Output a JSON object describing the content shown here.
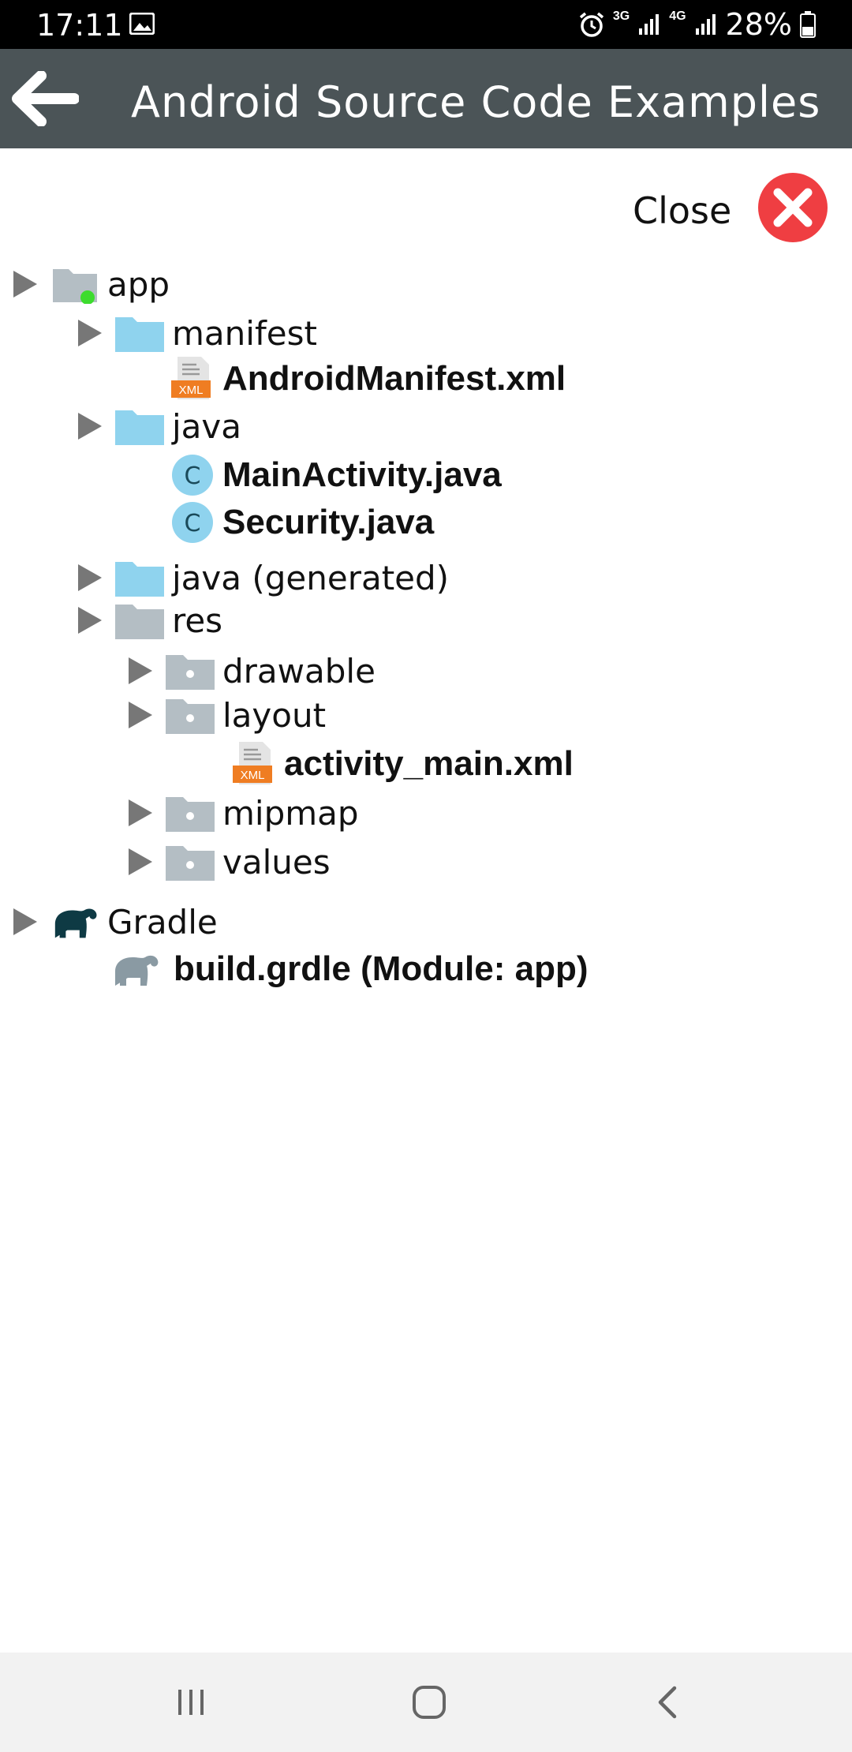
{
  "status_bar": {
    "time": "17:11",
    "network_1": "3G",
    "network_2": "4G",
    "battery": "28%"
  },
  "app_bar": {
    "title": "Android Source Code Examples"
  },
  "close": {
    "label": "Close"
  },
  "tree": {
    "app": "app",
    "manifest": "manifest",
    "android_manifest": "AndroidManifest.xml",
    "java": "java",
    "main_activity": "MainActivity.java",
    "security": "Security.java",
    "java_generated": "java (generated)",
    "res": "res",
    "drawable": "drawable",
    "layout": "layout",
    "activity_main": "activity_main.xml",
    "mipmap": "mipmap",
    "values": "values",
    "gradle": "Gradle",
    "build_gradle": "build.grdle (Module: app)",
    "xml_badge": "XML",
    "class_badge": "C"
  },
  "colors": {
    "app_bar": "#4b5457",
    "folder_blue": "#8fd3ee",
    "folder_gray": "#b4bec4",
    "close_red": "#ef3e42",
    "xml_orange": "#ef7d22",
    "class_blue": "#8fd3ee",
    "gradle_dark": "#0e3a44"
  }
}
